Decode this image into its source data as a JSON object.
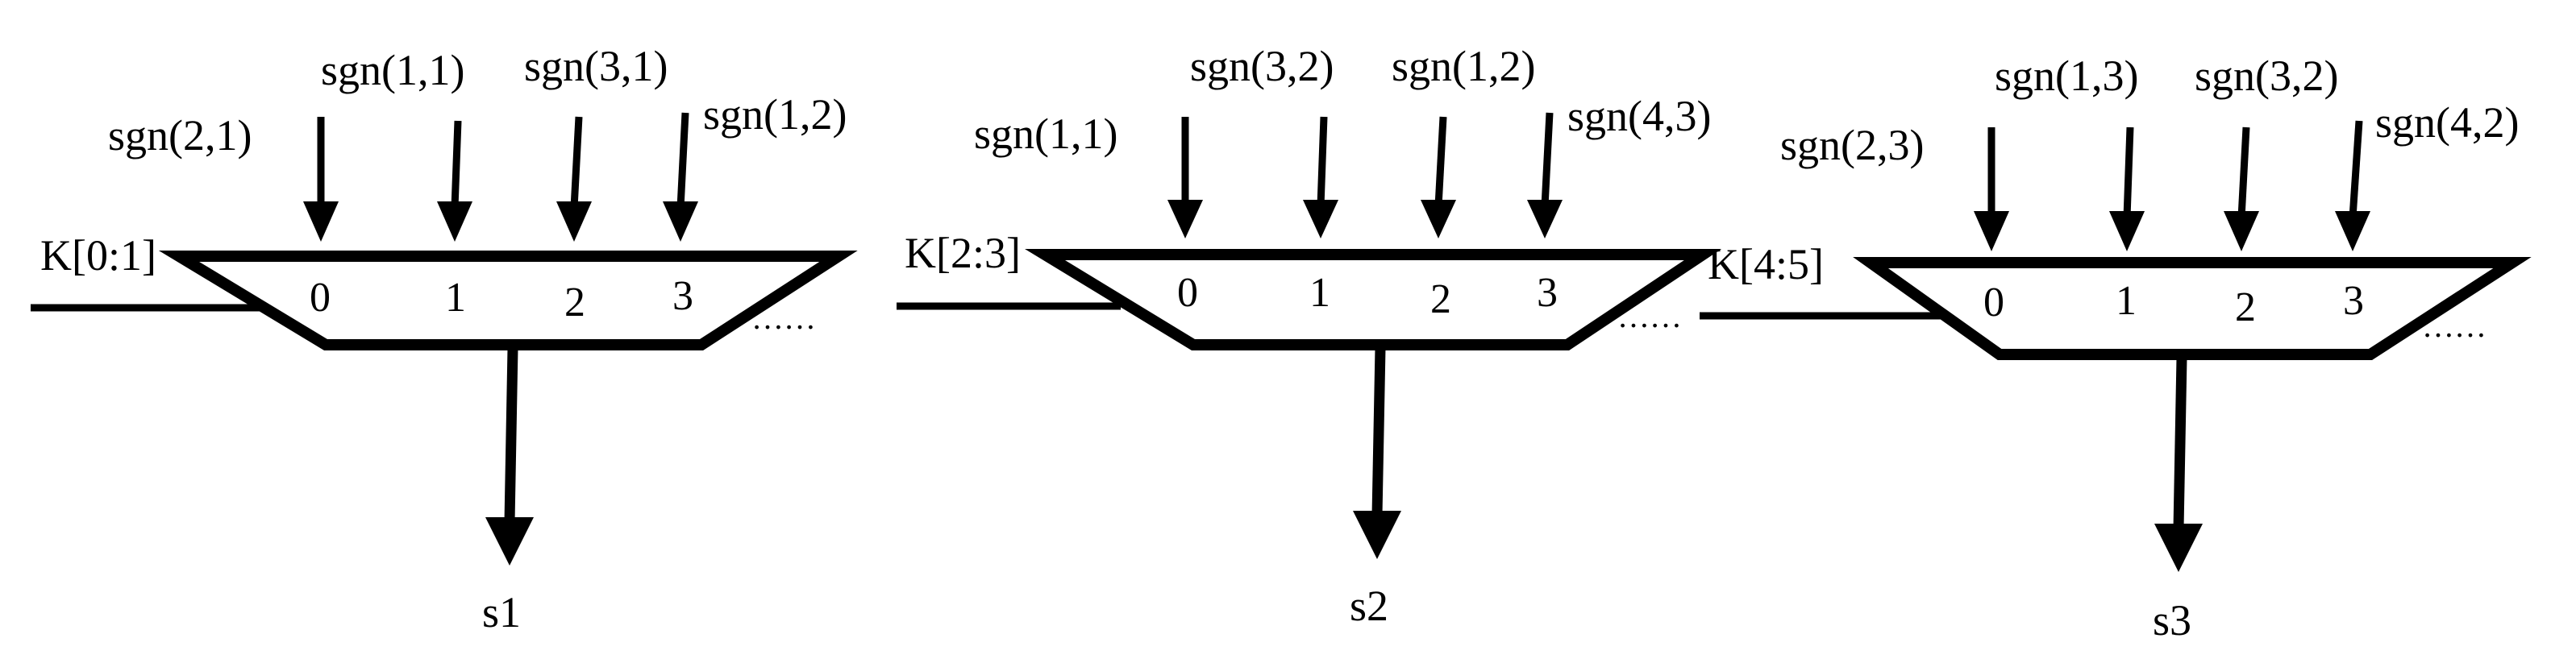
{
  "muxes": [
    {
      "select": "K[0:1]",
      "inputs": [
        "sgn(2,1)",
        "sgn(1,1)",
        "sgn(3,1)",
        "sgn(1,2)"
      ],
      "indices": [
        "0",
        "1",
        "2",
        "3"
      ],
      "ellipsis": "……",
      "output": "s1"
    },
    {
      "select": "K[2:3]",
      "inputs": [
        "sgn(1,1)",
        "sgn(3,2)",
        "sgn(1,2)",
        "sgn(4,3)"
      ],
      "indices": [
        "0",
        "1",
        "2",
        "3"
      ],
      "ellipsis": "……",
      "output": "s2"
    },
    {
      "select": "K[4:5]",
      "inputs": [
        "sgn(2,3)",
        "sgn(1,3)",
        "sgn(3,2)",
        "sgn(4,2)"
      ],
      "indices": [
        "0",
        "1",
        "2",
        "3"
      ],
      "ellipsis": "……",
      "output": "s3"
    }
  ]
}
